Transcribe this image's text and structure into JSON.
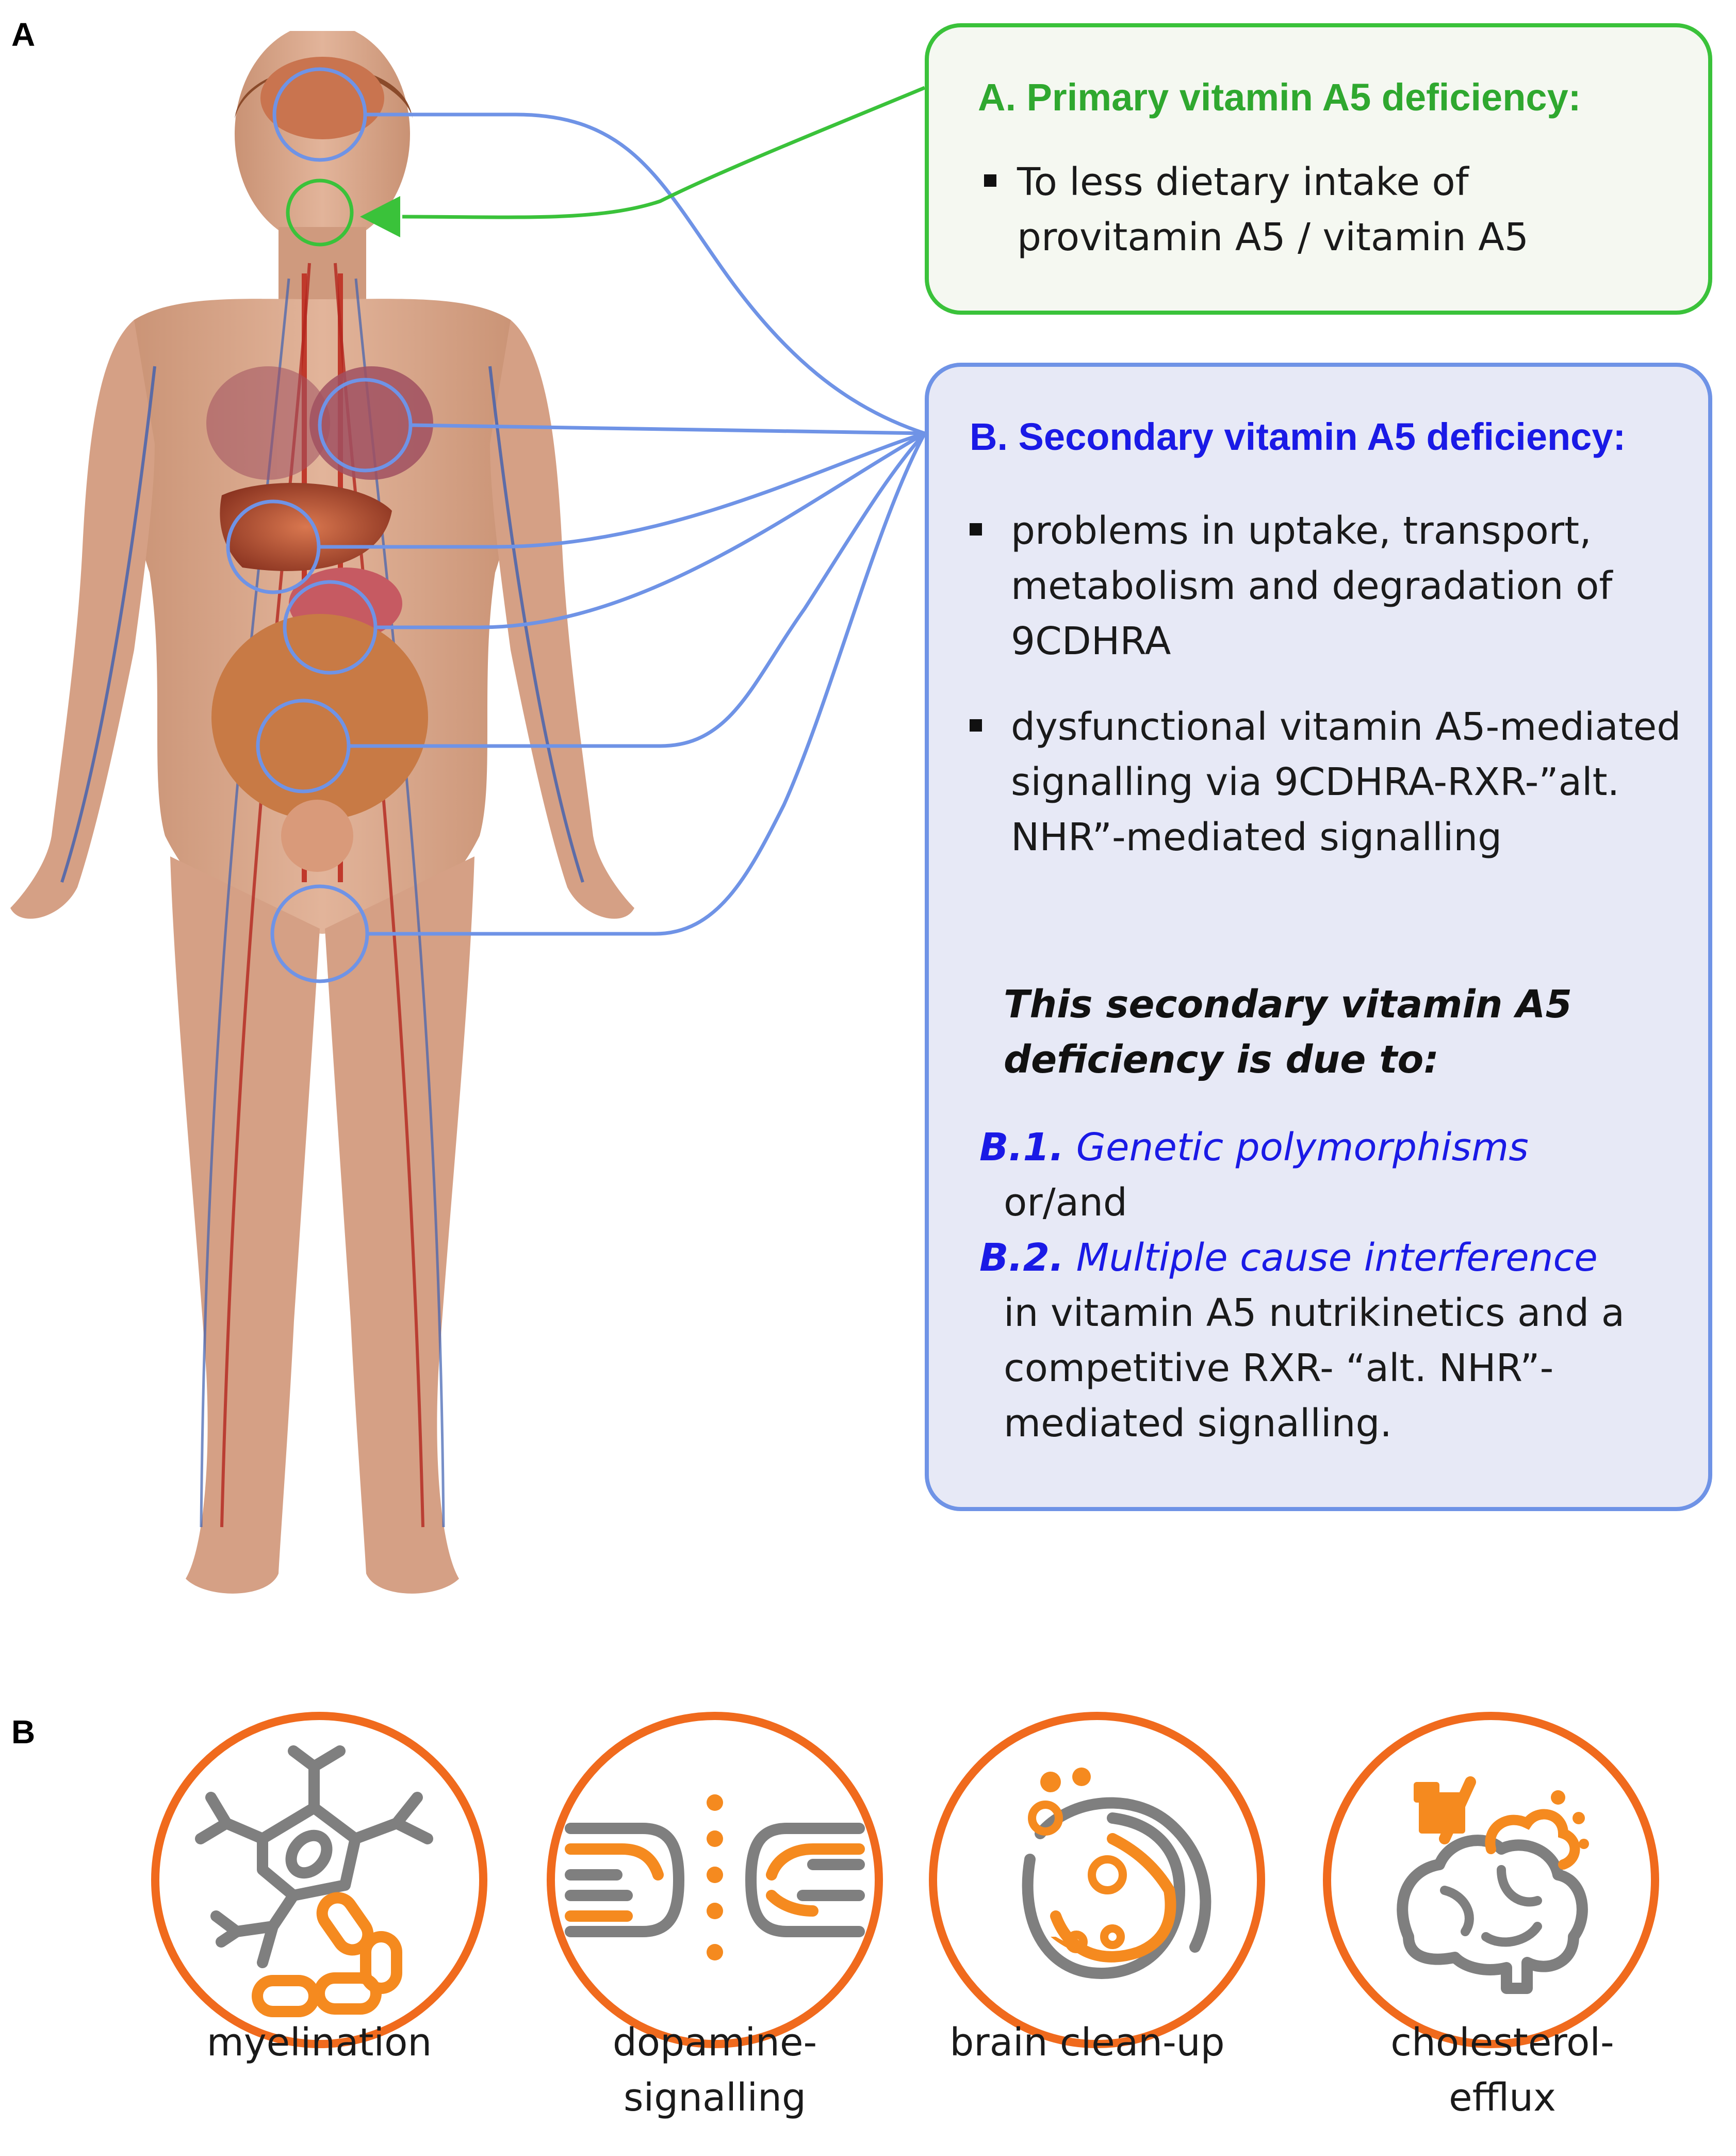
{
  "panels": {
    "a_label": "A",
    "b_label": "B"
  },
  "colors": {
    "green": "#3ac23a",
    "blue_line": "#6f93e6",
    "blue_text": "#1a1ae6",
    "orange": "#f58a1f",
    "orange_red": "#ef5a1a",
    "grey_icon": "#7f7f7f",
    "skin": "#d9a88c"
  },
  "body_figure": {
    "image": "human-anatomy-figure"
  },
  "box_a": {
    "title": "A. Primary vitamin A5 deficiency:",
    "bullets": [
      "To less dietary intake of\nprovitamin A5 / vitamin A5"
    ]
  },
  "box_b": {
    "title": "B. Secondary vitamin A5 deficiency:",
    "bullets": [
      "problems in uptake, transport,\nmetabolism and degradation of\n9CDHRA",
      "dysfunctional vitamin A5-mediated\nsignalling via 9CDHRA-RXR-”alt.\nNHR”-mediated signalling"
    ],
    "note": "This secondary vitamin A5\ndeficiency is due to:",
    "causes": [
      {
        "num": "B.1.",
        "name": "Genetic polymorphisms"
      },
      {
        "num": "B.2.",
        "name": "Multiple cause interference"
      }
    ],
    "connector": "or/and",
    "tail": "in vitamin A5 nutrikinetics and a\ncompetitive RXR- “alt. NHR”-\nmediated signalling."
  },
  "icons": [
    {
      "icon": "myelin-neuron-icon",
      "label": "myelination"
    },
    {
      "icon": "synapse-icon",
      "label": "dopamine-\nsignalling"
    },
    {
      "icon": "phagocyte-icon",
      "label": "brain clean-up"
    },
    {
      "icon": "brain-sweep-icon",
      "label": "cholesterol-\nefflux"
    }
  ]
}
